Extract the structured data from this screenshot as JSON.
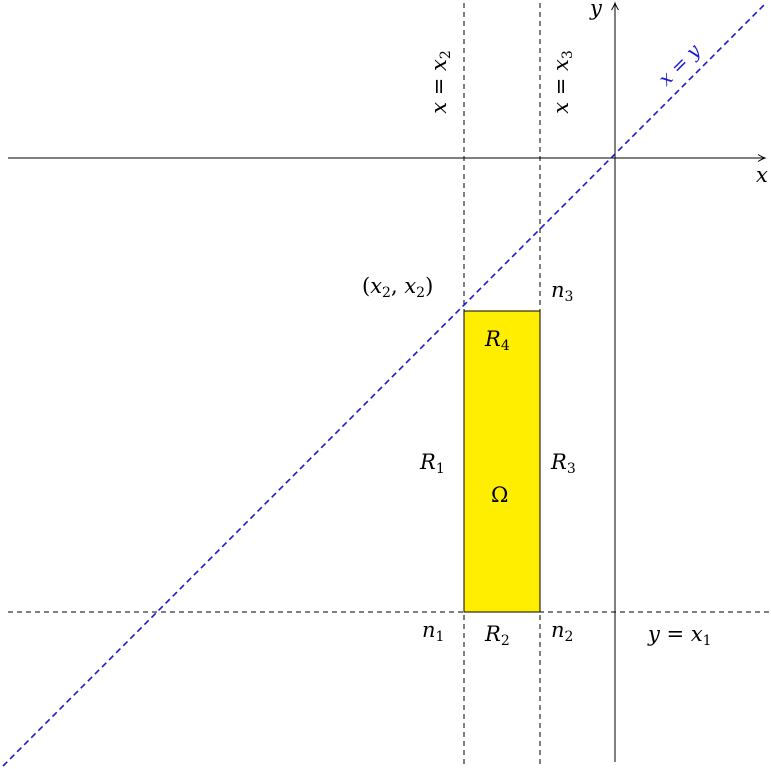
{
  "axes": {
    "x_label": "x",
    "y_label": "y"
  },
  "lines": {
    "x2": {
      "lhs": "x",
      "eq": " = ",
      "var": "x",
      "sub": "2"
    },
    "x3": {
      "lhs": "x",
      "eq": " = ",
      "var": "x",
      "sub": "3"
    },
    "diag": {
      "text": "x = y",
      "color": "#1a1ad6"
    },
    "x1": {
      "lhs": "y",
      "eq": " = ",
      "var": "x",
      "sub": "1"
    }
  },
  "points": {
    "corner": {
      "open": "(",
      "var1": "x",
      "sub1": "2",
      "comma": ", ",
      "var2": "x",
      "sub2": "2",
      "close": ")"
    },
    "n1": {
      "var": "n",
      "sub": "1"
    },
    "n2": {
      "var": "n",
      "sub": "2"
    },
    "n3": {
      "var": "n",
      "sub": "3"
    }
  },
  "regions": {
    "R1": {
      "var": "R",
      "sub": "1"
    },
    "R2": {
      "var": "R",
      "sub": "2"
    },
    "R3": {
      "var": "R",
      "sub": "3"
    },
    "R4": {
      "var": "R",
      "sub": "4"
    },
    "omega": "Ω"
  },
  "colors": {
    "fill": "#ffee00",
    "dashed_blue": "#1a1ad6"
  }
}
